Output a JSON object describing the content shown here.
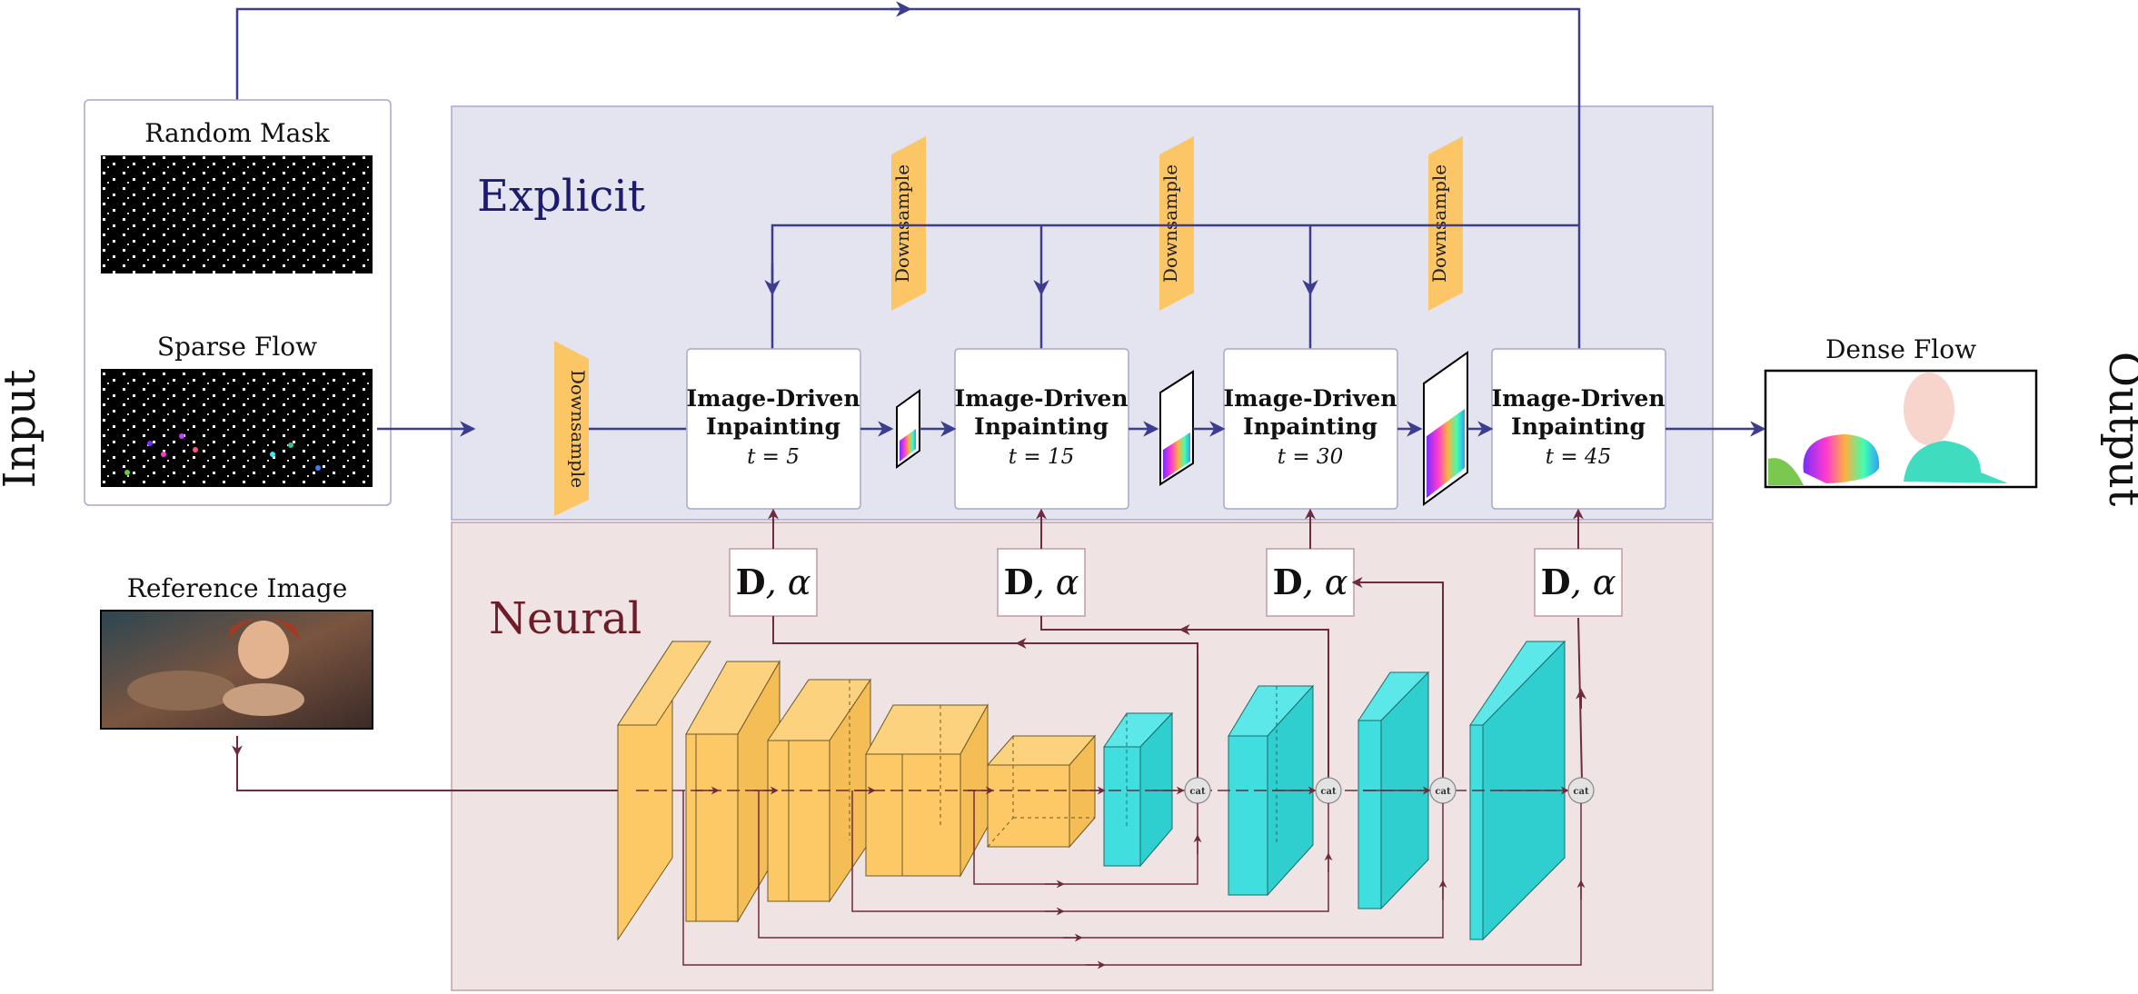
{
  "side": {
    "input": "Input",
    "output": "Output"
  },
  "input_panel": {
    "random_mask": "Random Mask",
    "sparse_flow": "Sparse Flow"
  },
  "reference_image": "Reference Image",
  "dense_flow": "Dense Flow",
  "sections": {
    "explicit": "Explicit",
    "neural": "Neural"
  },
  "downsample": "Downsample",
  "inpaint": {
    "title_line1": "Image-Driven",
    "title_line2": "Inpainting",
    "steps": [
      "t = 5",
      "t = 15",
      "t = 30",
      "t = 45"
    ]
  },
  "d_alpha": {
    "bold": "D",
    "rest": ", α"
  },
  "cat": "cat",
  "colors": {
    "explicit_bg": "#e4e4f0",
    "neural_bg": "#efe3e4",
    "blue_arrow": "#3d3d8f",
    "red_arrow": "#6e2a3e",
    "downsample": "#fcc566",
    "encoder": "#fdc966",
    "decoder": "#40dede"
  }
}
